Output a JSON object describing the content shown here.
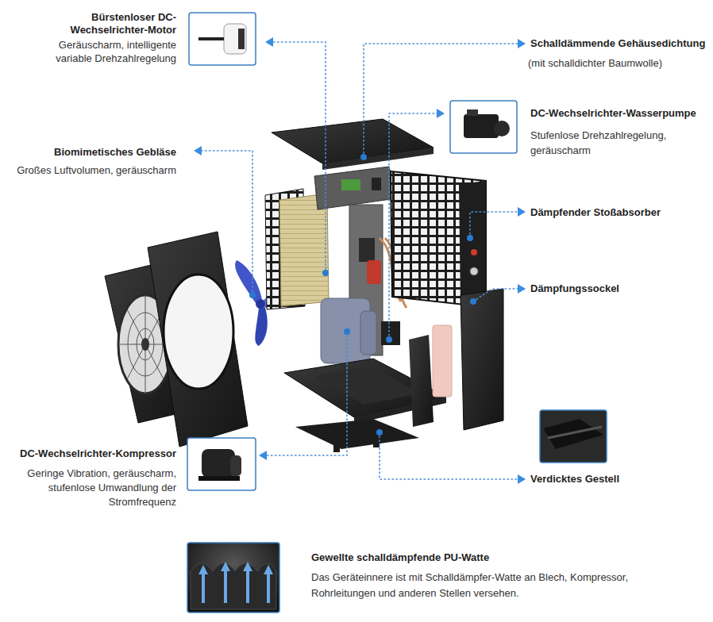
{
  "diagram": {
    "labels": [
      "Bürstenloser DC-Wechselrichter-Motor",
      "Geräuscharm, intelligente variable Drehzahlregelung",
      "Schalldämmende Gehäusedichtung",
      "(mit schalldichter Baumwolle)",
      "DC-Wechselrichter-Wasserpumpe",
      "Stufenlose Drehzahlregelung, geräuscharm",
      "Biomimetisches Gebläse",
      "Großes Luftvolumen, geräuscharm",
      "Dämpfender Stoßabsorber",
      "Dämpfungssockel",
      "DC-Wechselrichter-Kompressor",
      "Geringe Vibration, geräuscharm, stufenlose Umwandlung der Stromfrequenz",
      "Verdicktes Gestell",
      "Gewellte schalldämpfende PU-Watte",
      "Das Geräteinnere ist mit Schalldämpfer-Watte an Blech, Kompressor, Rohrleitungen und anderen Stellen versehen."
    ]
  }
}
